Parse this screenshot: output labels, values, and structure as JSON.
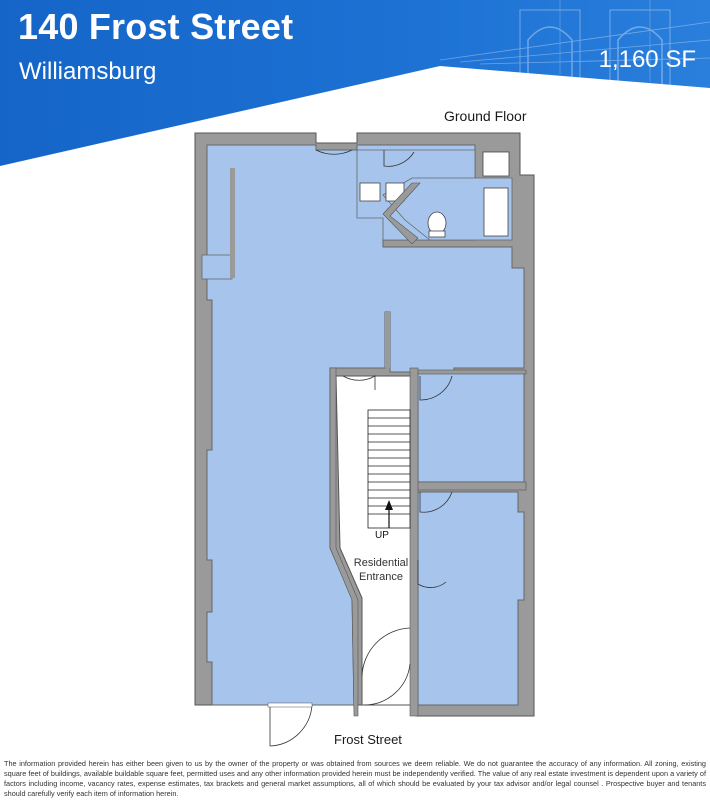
{
  "header": {
    "title": "140 Frost Street",
    "subtitle": "Williamsburg",
    "square_feet": "1,160 SF"
  },
  "floor_plan": {
    "floor_label": "Ground Floor",
    "street_label": "Frost Street",
    "stair_label": "UP",
    "entrance_label": "Residential\nEntrance"
  },
  "disclaimer": "The information provided herein has either been given to us by the owner of the property or was obtained from sources we deem reliable.  We do not guarantee the accuracy of any information.  All zoning, existing square feet of buildings, available buildable square feet, permitted uses and any other information provided herein must be independently verified.  The value of any real estate investment is dependent upon a variety of factors including income, vacancy rates, expense estimates, tax brackets and general market assumptions, all of which should be evaluated by your tax advisor and/or legal counsel . Prospective buyer and tenants should carefully verify each item of information herein.",
  "colors": {
    "brand_blue": "#1a6fd0",
    "room_fill": "#a7c5ec",
    "wall_fill": "#9a9a9a"
  }
}
